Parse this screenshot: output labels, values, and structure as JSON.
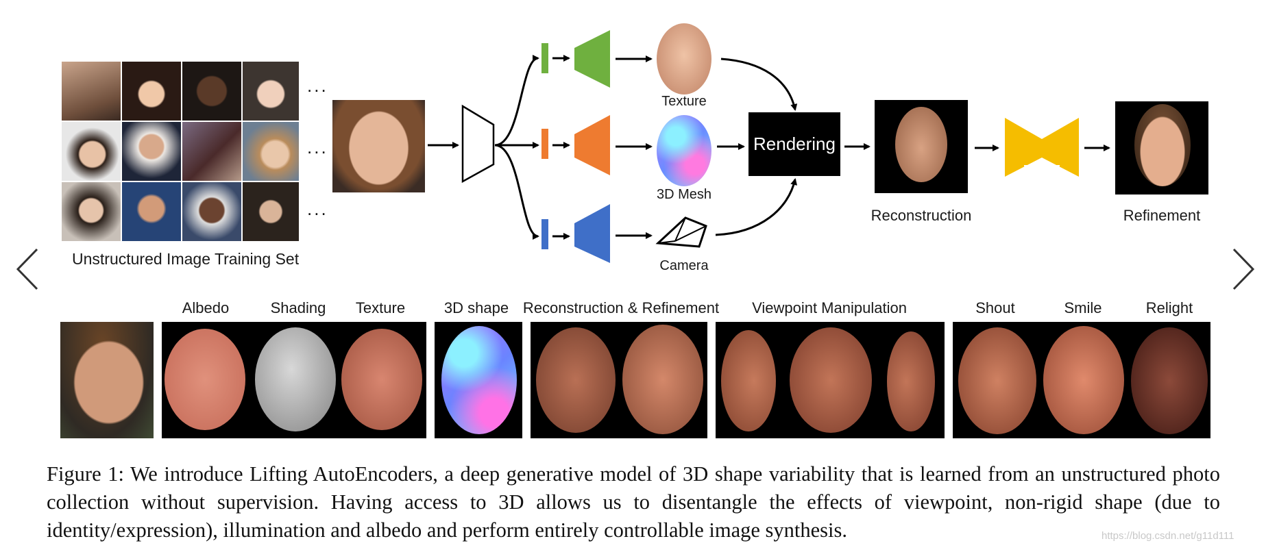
{
  "pipeline": {
    "training_set_label": "Unstructured Image Training Set",
    "ellipsis": "...",
    "texture_label": "Texture",
    "mesh_label": "3D Mesh",
    "camera_label": "Camera",
    "rendering_label": "Rendering",
    "reconstruction_label": "Reconstruction",
    "refinement_label": "Refinement",
    "colors": {
      "texture_branch": "#6fb03f",
      "mesh_branch": "#ee7b30",
      "camera_branch": "#3f6fc8",
      "refiner": "#f5bd00"
    }
  },
  "results": {
    "headers": [
      "Albedo",
      "Shading",
      "Texture",
      "3D shape",
      "Reconstruction & Refinement",
      "Viewpoint Manipulation",
      "Shout",
      "Smile",
      "Relight"
    ]
  },
  "caption": {
    "text": "Figure 1:  We introduce Lifting AutoEncoders, a deep generative model of 3D shape variability that is learned from an unstructured photo collection without supervision.  Having access to 3D allows us to disentangle the effects of viewpoint, non-rigid shape (due to identity/expression), illumination and albedo and perform entirely controllable image synthesis."
  },
  "watermark": "https://blog.csdn.net/g11d111",
  "nav": {
    "prev_icon": "chevron-left-icon",
    "next_icon": "chevron-right-icon"
  }
}
